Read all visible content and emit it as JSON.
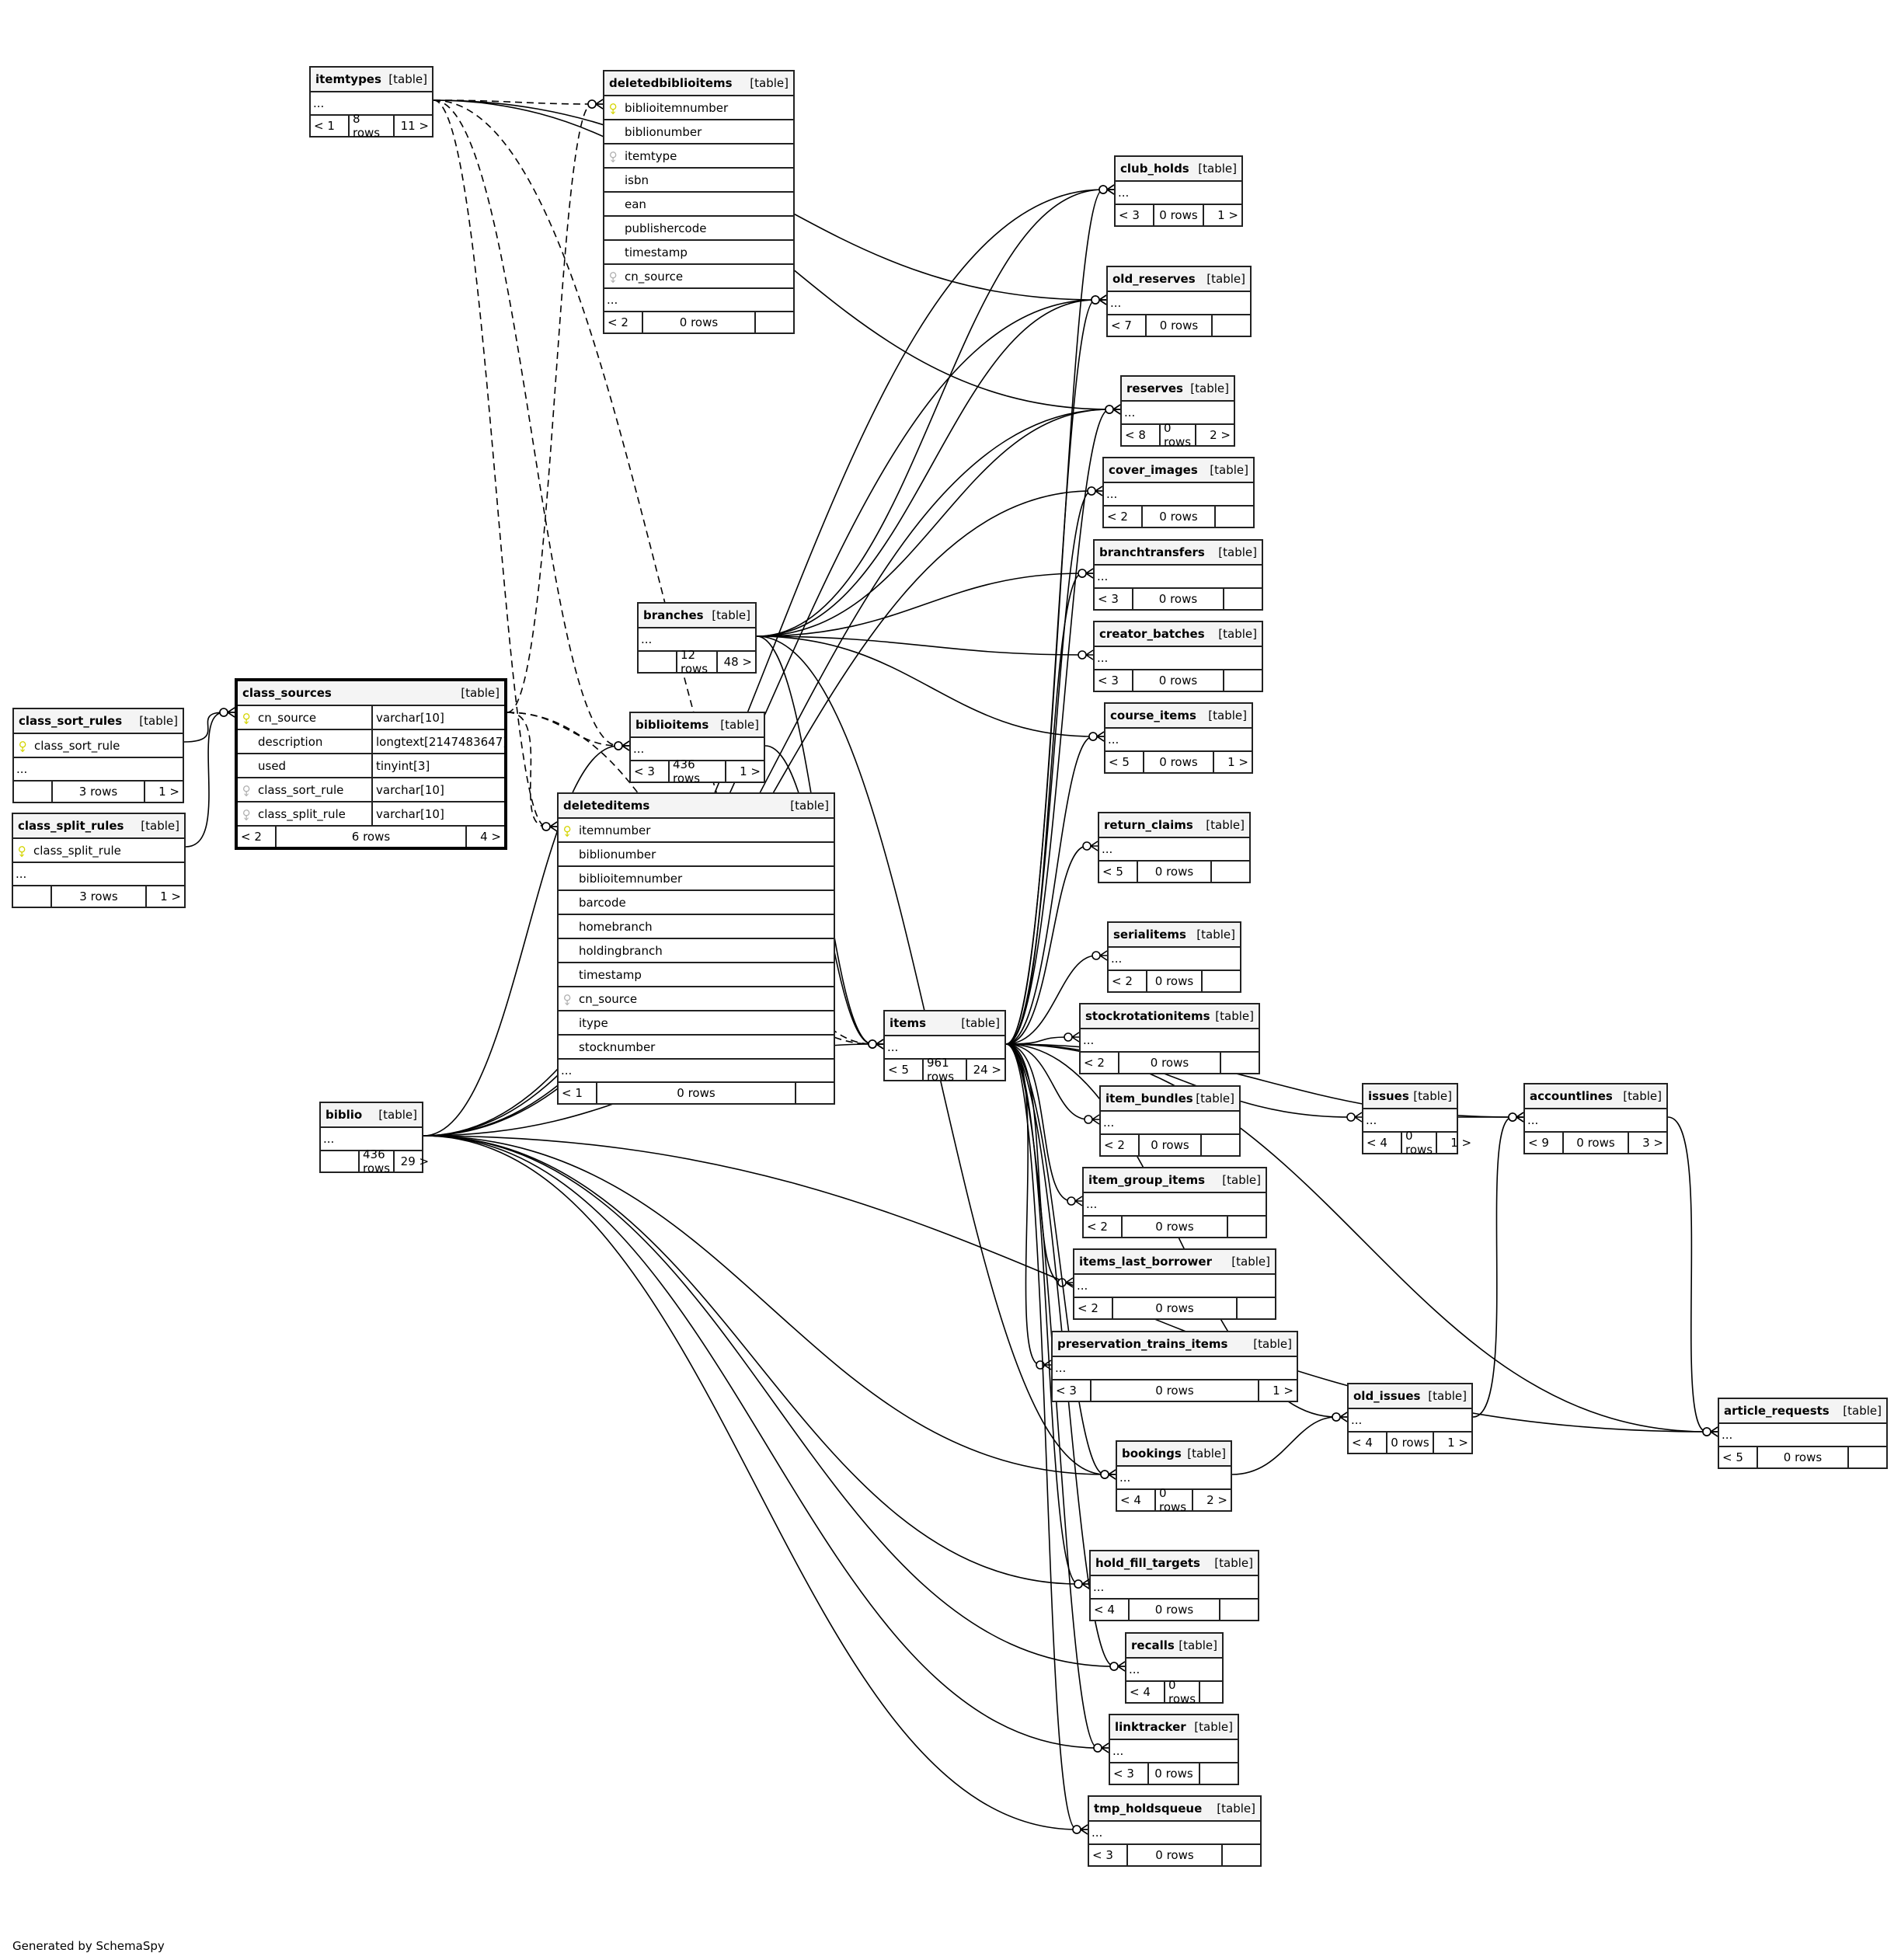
{
  "footer": "Generated by SchemaSpy",
  "table_tag": "[table]",
  "ellipsis": "...",
  "tables": [
    {
      "id": "itemtypes",
      "name": "itemtypes",
      "parents": "< 1",
      "rows": "8 rows",
      "children": "11 >",
      "columns": []
    },
    {
      "id": "deletedbiblioitems",
      "name": "deletedbiblioitems",
      "parents": "< 2",
      "rows": "0 rows",
      "children": "",
      "columns": [
        {
          "name": "biblioitemnumber",
          "key": "pk"
        },
        {
          "name": "biblionumber",
          "key": ""
        },
        {
          "name": "itemtype",
          "key": "fk"
        },
        {
          "name": "isbn",
          "key": ""
        },
        {
          "name": "ean",
          "key": ""
        },
        {
          "name": "publishercode",
          "key": ""
        },
        {
          "name": "timestamp",
          "key": ""
        },
        {
          "name": "cn_source",
          "key": "fk"
        }
      ]
    },
    {
      "id": "club_holds",
      "name": "club_holds",
      "parents": "< 3",
      "rows": "0 rows",
      "children": "1 >",
      "columns": []
    },
    {
      "id": "old_reserves",
      "name": "old_reserves",
      "parents": "< 7",
      "rows": "0 rows",
      "children": "",
      "columns": []
    },
    {
      "id": "reserves",
      "name": "reserves",
      "parents": "< 8",
      "rows": "0 rows",
      "children": "2 >",
      "columns": []
    },
    {
      "id": "cover_images",
      "name": "cover_images",
      "parents": "< 2",
      "rows": "0 rows",
      "children": "",
      "columns": []
    },
    {
      "id": "branchtransfers",
      "name": "branchtransfers",
      "parents": "< 3",
      "rows": "0 rows",
      "children": "",
      "columns": []
    },
    {
      "id": "creator_batches",
      "name": "creator_batches",
      "parents": "< 3",
      "rows": "0 rows",
      "children": "",
      "columns": []
    },
    {
      "id": "branches",
      "name": "branches",
      "parents": "",
      "rows": "12 rows",
      "children": "48 >",
      "columns": []
    },
    {
      "id": "course_items",
      "name": "course_items",
      "parents": "< 5",
      "rows": "0 rows",
      "children": "1 >",
      "columns": []
    },
    {
      "id": "class_sort_rules",
      "name": "class_sort_rules",
      "parents": "",
      "rows": "3 rows",
      "children": "1 >",
      "columns": [
        {
          "name": "class_sort_rule",
          "key": "pk"
        }
      ]
    },
    {
      "id": "class_split_rules",
      "name": "class_split_rules",
      "parents": "",
      "rows": "3 rows",
      "children": "1 >",
      "columns": [
        {
          "name": "class_split_rule",
          "key": "pk"
        }
      ]
    },
    {
      "id": "class_sources",
      "name": "class_sources",
      "parents": "< 2",
      "rows": "6 rows",
      "children": "4 >",
      "focus": true,
      "columns": [
        {
          "name": "cn_source",
          "key": "pk",
          "type": "varchar[10]"
        },
        {
          "name": "description",
          "key": "",
          "type": "longtext[2147483647]"
        },
        {
          "name": "used",
          "key": "",
          "type": "tinyint[3]"
        },
        {
          "name": "class_sort_rule",
          "key": "fk",
          "type": "varchar[10]"
        },
        {
          "name": "class_split_rule",
          "key": "fk",
          "type": "varchar[10]"
        }
      ]
    },
    {
      "id": "biblioitems",
      "name": "biblioitems",
      "parents": "< 3",
      "rows": "436 rows",
      "children": "1 >",
      "columns": []
    },
    {
      "id": "deleteditems",
      "name": "deleteditems",
      "parents": "< 1",
      "rows": "0 rows",
      "children": "",
      "columns": [
        {
          "name": "itemnumber",
          "key": "pk"
        },
        {
          "name": "biblionumber",
          "key": ""
        },
        {
          "name": "biblioitemnumber",
          "key": ""
        },
        {
          "name": "barcode",
          "key": ""
        },
        {
          "name": "homebranch",
          "key": ""
        },
        {
          "name": "holdingbranch",
          "key": ""
        },
        {
          "name": "timestamp",
          "key": ""
        },
        {
          "name": "cn_source",
          "key": "fk"
        },
        {
          "name": "itype",
          "key": ""
        },
        {
          "name": "stocknumber",
          "key": ""
        }
      ]
    },
    {
      "id": "return_claims",
      "name": "return_claims",
      "parents": "< 5",
      "rows": "0 rows",
      "children": "",
      "columns": []
    },
    {
      "id": "serialitems",
      "name": "serialitems",
      "parents": "< 2",
      "rows": "0 rows",
      "children": "",
      "columns": []
    },
    {
      "id": "stockrotationitems",
      "name": "stockrotationitems",
      "parents": "< 2",
      "rows": "0 rows",
      "children": "",
      "columns": []
    },
    {
      "id": "items",
      "name": "items",
      "parents": "< 5",
      "rows": "961 rows",
      "children": "24 >",
      "columns": []
    },
    {
      "id": "biblio",
      "name": "biblio",
      "parents": "",
      "rows": "436 rows",
      "children": "29 >",
      "columns": []
    },
    {
      "id": "item_bundles",
      "name": "item_bundles",
      "parents": "< 2",
      "rows": "0 rows",
      "children": "",
      "columns": []
    },
    {
      "id": "item_group_items",
      "name": "item_group_items",
      "parents": "< 2",
      "rows": "0 rows",
      "children": "",
      "columns": []
    },
    {
      "id": "items_last_borrower",
      "name": "items_last_borrower",
      "parents": "< 2",
      "rows": "0 rows",
      "children": "",
      "columns": []
    },
    {
      "id": "preservation_trains_items",
      "name": "preservation_trains_items",
      "parents": "< 3",
      "rows": "0 rows",
      "children": "1 >",
      "columns": []
    },
    {
      "id": "issues",
      "name": "issues",
      "parents": "< 4",
      "rows": "0 rows",
      "children": "1 >",
      "columns": []
    },
    {
      "id": "accountlines",
      "name": "accountlines",
      "parents": "< 9",
      "rows": "0 rows",
      "children": "3 >",
      "columns": []
    },
    {
      "id": "old_issues",
      "name": "old_issues",
      "parents": "< 4",
      "rows": "0 rows",
      "children": "1 >",
      "columns": []
    },
    {
      "id": "article_requests",
      "name": "article_requests",
      "parents": "< 5",
      "rows": "0 rows",
      "children": "",
      "columns": []
    },
    {
      "id": "bookings",
      "name": "bookings",
      "parents": "< 4",
      "rows": "0 rows",
      "children": "2 >",
      "columns": []
    },
    {
      "id": "hold_fill_targets",
      "name": "hold_fill_targets",
      "parents": "< 4",
      "rows": "0 rows",
      "children": "",
      "columns": []
    },
    {
      "id": "recalls",
      "name": "recalls",
      "parents": "< 4",
      "rows": "0 rows",
      "children": "",
      "columns": []
    },
    {
      "id": "linktracker",
      "name": "linktracker",
      "parents": "< 3",
      "rows": "0 rows",
      "children": "",
      "columns": []
    },
    {
      "id": "tmp_holdsqueue",
      "name": "tmp_holdsqueue",
      "parents": "< 3",
      "rows": "0 rows",
      "children": "",
      "columns": []
    }
  ],
  "relationships": [
    {
      "from": "itemtypes",
      "to": "deletedbiblioitems",
      "dashed": true
    },
    {
      "from": "itemtypes",
      "to": "biblioitems",
      "dashed": true
    },
    {
      "from": "itemtypes",
      "to": "deleteditems",
      "dashed": true
    },
    {
      "from": "itemtypes",
      "to": "items",
      "dashed": true
    },
    {
      "from": "itemtypes",
      "to": "old_reserves"
    },
    {
      "from": "itemtypes",
      "to": "reserves"
    },
    {
      "from": "class_sources",
      "to": "deletedbiblioitems",
      "dashed": true
    },
    {
      "from": "class_sources",
      "to": "biblioitems",
      "dashed": true
    },
    {
      "from": "class_sources",
      "to": "deleteditems",
      "dashed": true
    },
    {
      "from": "class_sources",
      "to": "items",
      "dashed": true
    },
    {
      "from": "class_sort_rules",
      "to": "class_sources"
    },
    {
      "from": "class_split_rules",
      "to": "class_sources"
    },
    {
      "from": "branches",
      "to": "club_holds"
    },
    {
      "from": "branches",
      "to": "old_reserves"
    },
    {
      "from": "branches",
      "to": "reserves"
    },
    {
      "from": "branches",
      "to": "branchtransfers"
    },
    {
      "from": "branches",
      "to": "creator_batches"
    },
    {
      "from": "branches",
      "to": "course_items"
    },
    {
      "from": "branches",
      "to": "items"
    },
    {
      "from": "branches",
      "to": "bookings"
    },
    {
      "from": "biblio",
      "to": "biblioitems"
    },
    {
      "from": "biblio",
      "to": "items"
    },
    {
      "from": "biblio",
      "to": "old_reserves"
    },
    {
      "from": "biblio",
      "to": "reserves"
    },
    {
      "from": "biblio",
      "to": "cover_images"
    },
    {
      "from": "biblio",
      "to": "club_holds"
    },
    {
      "from": "biblio",
      "to": "article_requests"
    },
    {
      "from": "biblio",
      "to": "bookings"
    },
    {
      "from": "biblio",
      "to": "hold_fill_targets"
    },
    {
      "from": "biblio",
      "to": "recalls"
    },
    {
      "from": "biblio",
      "to": "linktracker"
    },
    {
      "from": "biblio",
      "to": "tmp_holdsqueue"
    },
    {
      "from": "biblioitems",
      "to": "items"
    },
    {
      "from": "items",
      "to": "club_holds"
    },
    {
      "from": "items",
      "to": "old_reserves"
    },
    {
      "from": "items",
      "to": "reserves"
    },
    {
      "from": "items",
      "to": "cover_images"
    },
    {
      "from": "items",
      "to": "branchtransfers"
    },
    {
      "from": "items",
      "to": "course_items"
    },
    {
      "from": "items",
      "to": "return_claims"
    },
    {
      "from": "items",
      "to": "serialitems"
    },
    {
      "from": "items",
      "to": "stockrotationitems"
    },
    {
      "from": "items",
      "to": "item_bundles"
    },
    {
      "from": "items",
      "to": "item_group_items"
    },
    {
      "from": "items",
      "to": "items_last_borrower"
    },
    {
      "from": "items",
      "to": "preservation_trains_items"
    },
    {
      "from": "items",
      "to": "issues"
    },
    {
      "from": "items",
      "to": "accountlines"
    },
    {
      "from": "items",
      "to": "old_issues"
    },
    {
      "from": "items",
      "to": "bookings"
    },
    {
      "from": "items",
      "to": "hold_fill_targets"
    },
    {
      "from": "items",
      "to": "recalls"
    },
    {
      "from": "items",
      "to": "linktracker"
    },
    {
      "from": "items",
      "to": "tmp_holdsqueue"
    },
    {
      "from": "items",
      "to": "article_requests"
    },
    {
      "from": "issues",
      "to": "accountlines"
    },
    {
      "from": "old_issues",
      "to": "accountlines"
    },
    {
      "from": "bookings",
      "to": "old_issues"
    },
    {
      "from": "accountlines",
      "to": "article_requests"
    }
  ]
}
